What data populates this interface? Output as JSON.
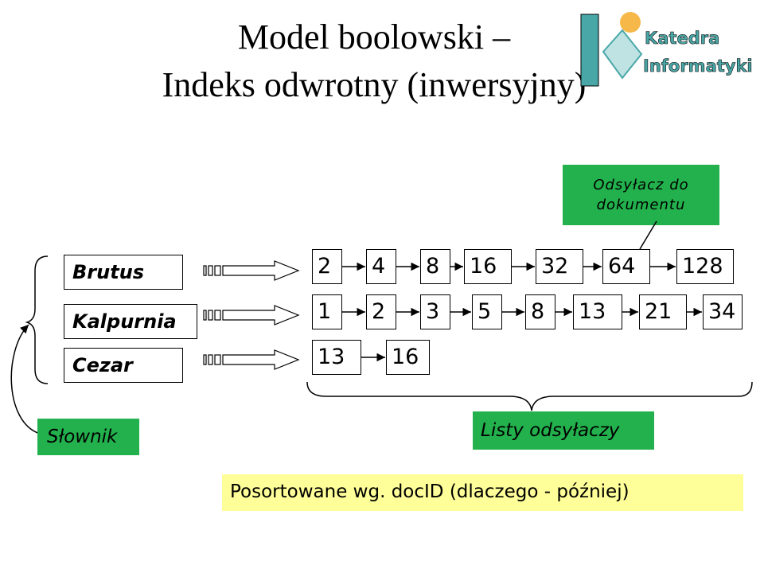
{
  "title": {
    "line1": "Model boolowski –",
    "line2": "Indeks odwrotny (inwersyjny)"
  },
  "logo": {
    "line1": "Katedra",
    "line2": "Informatyki"
  },
  "dictionary": {
    "label": "Słownik",
    "terms": [
      "Brutus",
      "Kalpurnia",
      "Cezar"
    ]
  },
  "postings": {
    "brutus": [
      "2",
      "4",
      "8",
      "16",
      "32",
      "64",
      "128"
    ],
    "kalpurnia": [
      "1",
      "2",
      "3",
      "5",
      "8",
      "13",
      "21",
      "34"
    ],
    "cezar": [
      "13",
      "16"
    ]
  },
  "callout": "Odsyłacz do dokumentu",
  "lists_label": "Listy odsyłaczy",
  "note": "Posortowane wg. docID (dlaczego - później)",
  "colors": {
    "green": "#22b14c",
    "yellow": "#ffff99",
    "logo_teal": "#4aa7a7",
    "logo_orange": "#f7b84a"
  }
}
